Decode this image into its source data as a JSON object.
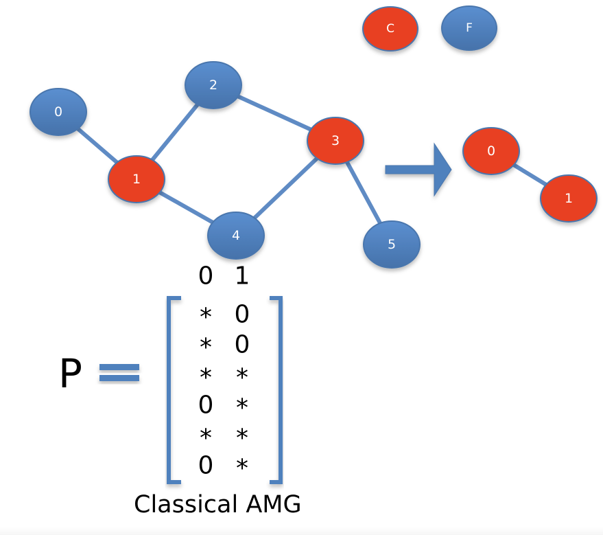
{
  "colors": {
    "coarse": "#e84122",
    "fine": "#4f81bd",
    "edge": "#5f8bc4",
    "node_border": "#4a76ad"
  },
  "legend": [
    {
      "label": "C",
      "kind": "coarse"
    },
    {
      "label": "F",
      "kind": "fine"
    }
  ],
  "fine_graph": {
    "nodes": [
      {
        "id": "0",
        "kind": "fine"
      },
      {
        "id": "1",
        "kind": "coarse"
      },
      {
        "id": "2",
        "kind": "fine"
      },
      {
        "id": "3",
        "kind": "coarse"
      },
      {
        "id": "4",
        "kind": "fine"
      },
      {
        "id": "5",
        "kind": "fine"
      }
    ],
    "edges": [
      [
        "0",
        "1"
      ],
      [
        "1",
        "2"
      ],
      [
        "2",
        "3"
      ],
      [
        "1",
        "4"
      ],
      [
        "4",
        "3"
      ],
      [
        "3",
        "5"
      ]
    ]
  },
  "coarse_graph": {
    "nodes": [
      {
        "id": "0",
        "kind": "coarse"
      },
      {
        "id": "1",
        "kind": "coarse"
      }
    ],
    "edges": [
      [
        "0",
        "1"
      ]
    ]
  },
  "arrow_icon": "right-arrow-icon",
  "matrix": {
    "name": "P",
    "column_headers": [
      "0",
      "1"
    ],
    "rows": [
      [
        "*",
        "0"
      ],
      [
        "*",
        "0"
      ],
      [
        "*",
        "*"
      ],
      [
        "0",
        "*"
      ],
      [
        "*",
        "*"
      ],
      [
        "0",
        "*"
      ]
    ]
  },
  "caption": "Classical AMG"
}
